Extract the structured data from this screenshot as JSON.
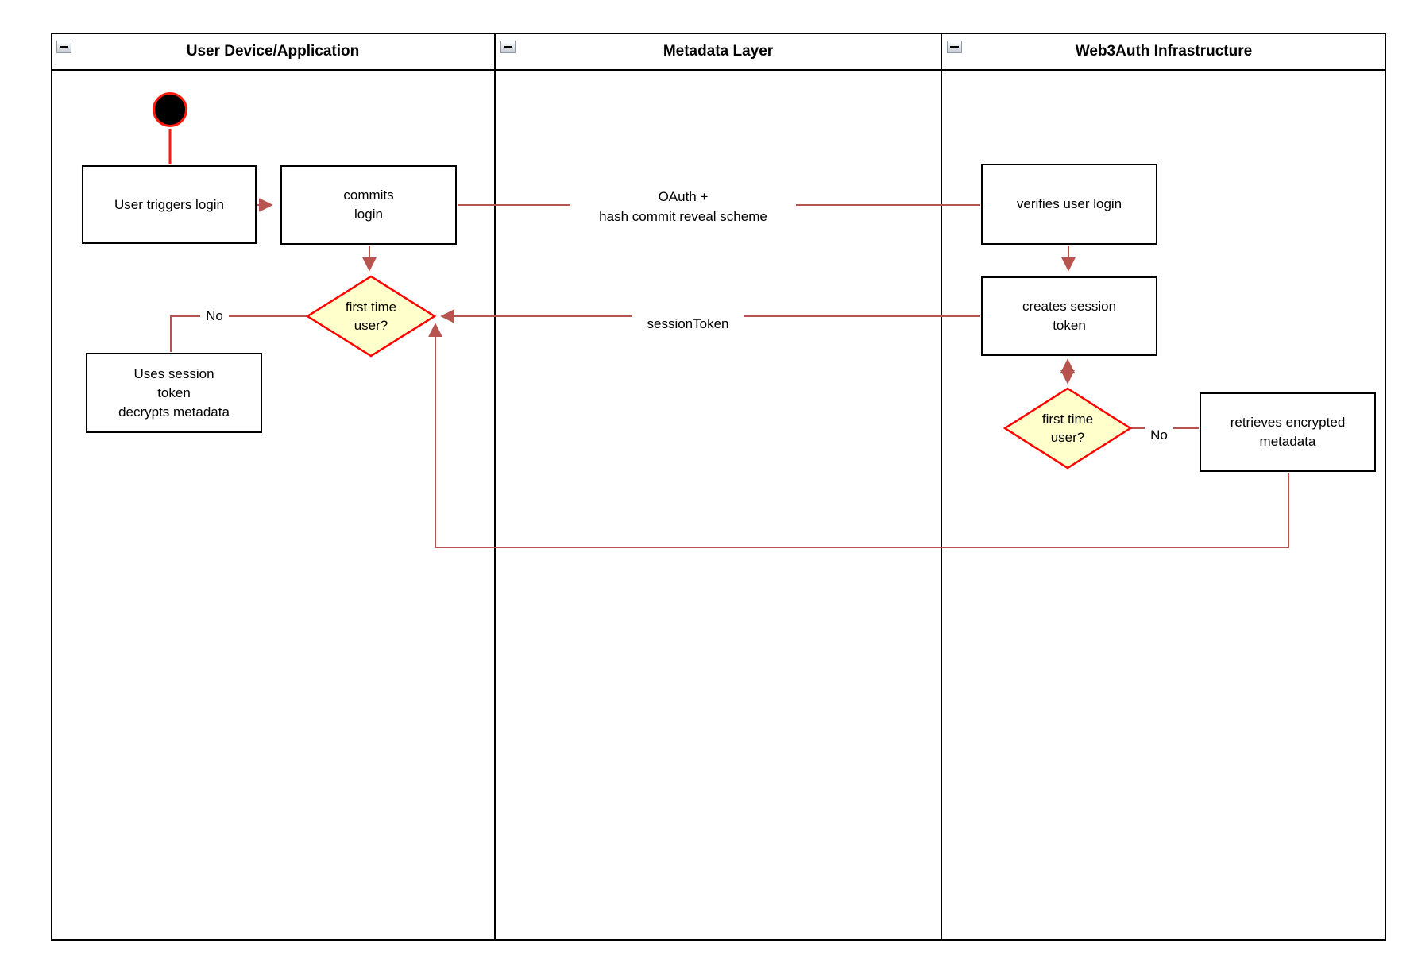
{
  "lanes": [
    {
      "title": "User Device/Application"
    },
    {
      "title": "Metadata Layer"
    },
    {
      "title": "Web3Auth Infrastructure"
    }
  ],
  "nodes": {
    "user_triggers_login": "User triggers login",
    "commits_login": "commits\nlogin",
    "uses_session_token": "Uses session\ntoken\ndecrypts metadata",
    "verifies_user_login": "verifies user login",
    "creates_session_token": "creates session\ntoken",
    "retrieves_encrypted_metadata": "retrieves encrypted\nmetadata",
    "first_time_user_left": "first time\nuser?",
    "first_time_user_right": "first time\nuser?"
  },
  "edge_labels": {
    "oauth": "OAuth +\nhash commit reveal scheme",
    "session_token": "sessionToken",
    "no_left": "No",
    "no_right": "No"
  },
  "colors": {
    "connector": "#b85450",
    "decision_border": "#ff0000",
    "decision_fill": "#ffffcc",
    "node_border": "#000000",
    "start_fill": "#000000",
    "start_border": "#ff1a0e"
  }
}
